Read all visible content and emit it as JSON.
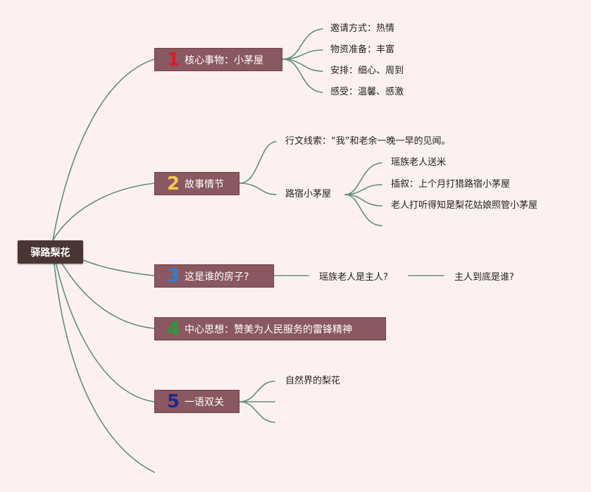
{
  "root": {
    "label": "驿路梨花"
  },
  "colors": {
    "background": "#fdf0f0",
    "line": "#5f8f80",
    "root_bg": "#4a3535",
    "topic_bg": "#8a5860",
    "num1": "#d41f2a",
    "num2": "#f3c94a",
    "num3": "#2f7fd0",
    "num4": "#2a9a3a",
    "num5": "#1e2a8c"
  },
  "topics": [
    {
      "num": "1",
      "label": "核心事物：小茅屋",
      "leaves": [
        "邀请方式：热情",
        "物资准备：丰富",
        "安排：细心、周到",
        "感受：温馨、感激"
      ]
    },
    {
      "num": "2",
      "label": "故事情节",
      "leaves": [
        "行文线索：“我”和老余一晚一早的见闻。",
        "路宿小茅屋"
      ],
      "subleaves": [
        "瑶族老人送米",
        "插叙：上个月打猎路宿小茅屋",
        "老人打听得知是梨花姑娘照管小茅屋"
      ]
    },
    {
      "num": "3",
      "label": "这是谁的房子?",
      "leaves": [
        "瑶族老人是主人?",
        "主人到底是谁?"
      ]
    },
    {
      "num": "4",
      "label": "中心思想：赞美为人民服务的雷锋精神"
    },
    {
      "num": "5",
      "label": "一语双关",
      "leaves": [
        "自然界的梨花"
      ]
    }
  ]
}
